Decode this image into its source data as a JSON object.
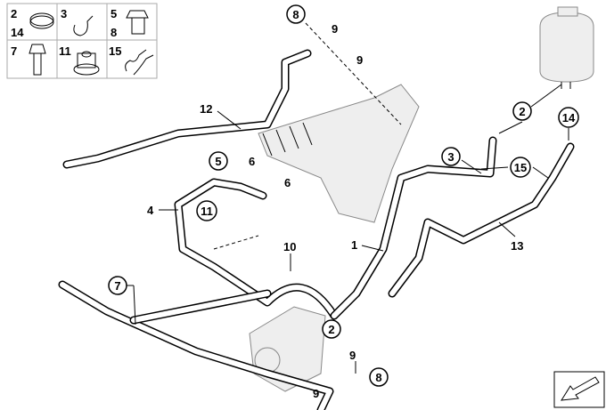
{
  "legend_grid": [
    {
      "labels": [
        "2",
        "14"
      ],
      "part": "hose-clamp"
    },
    {
      "labels": [
        "3"
      ],
      "part": "clip"
    },
    {
      "labels": [
        "5",
        "8"
      ],
      "part": "banjo-bolt"
    },
    {
      "labels": [
        "7"
      ],
      "part": "hex-bolt"
    },
    {
      "labels": [
        "11"
      ],
      "part": "collar-nut"
    },
    {
      "labels": [
        "15"
      ],
      "part": "double-clip"
    }
  ],
  "callouts": [
    {
      "id": "c8a",
      "text": "8",
      "circled": true
    },
    {
      "id": "c9a",
      "text": "9",
      "circled": false
    },
    {
      "id": "c9b",
      "text": "9",
      "circled": false
    },
    {
      "id": "c12",
      "text": "12",
      "circled": false
    },
    {
      "id": "c5",
      "text": "5",
      "circled": true
    },
    {
      "id": "c6a",
      "text": "6",
      "circled": false
    },
    {
      "id": "c6b",
      "text": "6",
      "circled": false
    },
    {
      "id": "c4",
      "text": "4",
      "circled": false
    },
    {
      "id": "c11",
      "text": "11",
      "circled": true
    },
    {
      "id": "c10",
      "text": "10",
      "circled": false
    },
    {
      "id": "c7",
      "text": "7",
      "circled": true
    },
    {
      "id": "c2a",
      "text": "2",
      "circled": true
    },
    {
      "id": "c9c",
      "text": "9",
      "circled": false
    },
    {
      "id": "c8b",
      "text": "8",
      "circled": true
    },
    {
      "id": "c9d",
      "text": "9",
      "circled": false
    },
    {
      "id": "c1",
      "text": "1",
      "circled": false
    },
    {
      "id": "c3",
      "text": "3",
      "circled": true
    },
    {
      "id": "c15",
      "text": "15",
      "circled": true
    },
    {
      "id": "c2b",
      "text": "2",
      "circled": true
    },
    {
      "id": "c14",
      "text": "14",
      "circled": true
    },
    {
      "id": "c13",
      "text": "13",
      "circled": false
    }
  ]
}
